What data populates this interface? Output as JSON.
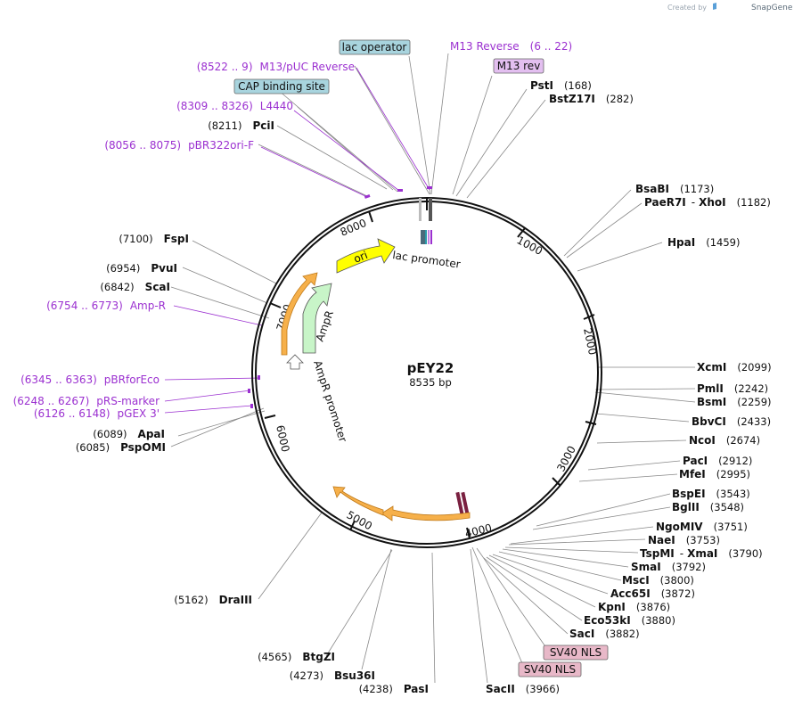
{
  "watermark": {
    "prefix": "Created by",
    "brand": "SnapGene"
  },
  "plasmid": {
    "name": "pEY22",
    "length_label": "8535 bp"
  },
  "ruler": [
    "1000",
    "2000",
    "3000",
    "4000",
    "5000",
    "6000",
    "7000",
    "8000"
  ],
  "enzymes": [
    {
      "id": "psti",
      "name": "PstI",
      "pos": "(168)"
    },
    {
      "id": "bstz17i",
      "name": "BstZ17I",
      "pos": "(282)"
    },
    {
      "id": "bsabi",
      "name": "BsaBI",
      "pos": "(1173)"
    },
    {
      "id": "paer7i",
      "name": "PaeR7I",
      "name2": "XhoI",
      "pos": "(1182)"
    },
    {
      "id": "hpai",
      "name": "HpaI",
      "pos": "(1459)"
    },
    {
      "id": "xcmi",
      "name": "XcmI",
      "pos": "(2099)"
    },
    {
      "id": "pmli",
      "name": "PmlI",
      "pos": "(2242)"
    },
    {
      "id": "bsmi",
      "name": "BsmI",
      "pos": "(2259)"
    },
    {
      "id": "bbvci",
      "name": "BbvCI",
      "pos": "(2433)"
    },
    {
      "id": "ncoi",
      "name": "NcoI",
      "pos": "(2674)"
    },
    {
      "id": "paci",
      "name": "PacI",
      "pos": "(2912)"
    },
    {
      "id": "mfei",
      "name": "MfeI",
      "pos": "(2995)"
    },
    {
      "id": "bspei",
      "name": "BspEI",
      "pos": "(3543)"
    },
    {
      "id": "bglii",
      "name": "BglII",
      "pos": "(3548)"
    },
    {
      "id": "ngomiv",
      "name": "NgoMIV",
      "pos": "(3751)"
    },
    {
      "id": "naei",
      "name": "NaeI",
      "pos": "(3753)"
    },
    {
      "id": "tspmi",
      "name": "TspMI",
      "name2": "XmaI",
      "pos": "(3790)"
    },
    {
      "id": "smai",
      "name": "SmaI",
      "pos": "(3792)"
    },
    {
      "id": "msci",
      "name": "MscI",
      "pos": "(3800)"
    },
    {
      "id": "acc65i",
      "name": "Acc65I",
      "pos": "(3872)"
    },
    {
      "id": "kpni",
      "name": "KpnI",
      "pos": "(3876)"
    },
    {
      "id": "eco53ki",
      "name": "Eco53kI",
      "pos": "(3880)"
    },
    {
      "id": "saci",
      "name": "SacI",
      "pos": "(3882)"
    },
    {
      "id": "sacii",
      "name": "SacII",
      "pos": "(3966)"
    },
    {
      "id": "pasi",
      "name": "PasI",
      "pos": "(4238)"
    },
    {
      "id": "bsu36i",
      "name": "Bsu36I",
      "pos": "(4273)"
    },
    {
      "id": "btgzi",
      "name": "BtgZI",
      "pos": "(4565)"
    },
    {
      "id": "draiii",
      "name": "DraIII",
      "pos": "(5162)"
    },
    {
      "id": "pspomi",
      "name": "PspOMI",
      "pos": "(6085)"
    },
    {
      "id": "apai",
      "name": "ApaI",
      "pos": "(6089)"
    },
    {
      "id": "scai",
      "name": "ScaI",
      "pos": "(6842)"
    },
    {
      "id": "pvui",
      "name": "PvuI",
      "pos": "(6954)"
    },
    {
      "id": "fspi",
      "name": "FspI",
      "pos": "(7100)"
    },
    {
      "id": "pcii",
      "name": "PciI",
      "pos": "(8211)"
    }
  ],
  "primers": [
    {
      "id": "m13rev",
      "name": "M13 Reverse",
      "range": "(6 .. 22)"
    },
    {
      "id": "m13puc",
      "name": "M13/pUC Reverse",
      "range": "(8522 .. 9)"
    },
    {
      "id": "l4440",
      "name": "L4440",
      "range": "(8309 .. 8326)"
    },
    {
      "id": "pbr322",
      "name": "pBR322ori-F",
      "range": "(8056 .. 8075)"
    },
    {
      "id": "ampr",
      "name": "Amp-R",
      "range": "(6754 .. 6773)"
    },
    {
      "id": "pbrforeco",
      "name": "pBRforEco",
      "range": "(6345 .. 6363)"
    },
    {
      "id": "prs",
      "name": "pRS-marker",
      "range": "(6248 .. 6267)"
    },
    {
      "id": "pgex",
      "name": "pGEX 3'",
      "range": "(6126 .. 6148)"
    }
  ],
  "boxed_features": [
    {
      "id": "lacop",
      "label": "lac operator",
      "color": "#a8d4de"
    },
    {
      "id": "cap",
      "label": "CAP binding site",
      "color": "#a8d4de"
    },
    {
      "id": "m13revfeat",
      "label": "M13 rev",
      "color": "#e3bff0"
    },
    {
      "id": "sv40a",
      "label": "SV40 NLS",
      "color": "#e8b8c8"
    },
    {
      "id": "sv40b",
      "label": "SV40 NLS",
      "color": "#e8b8c8"
    }
  ],
  "inner_features": {
    "ori": "ori",
    "ampr": "AmpR",
    "ampr_promoter": "AmpR promoter",
    "lac_promoter": "lac promoter"
  },
  "colors": {
    "ori": "#ffff00",
    "ampr": "#c8f5c8",
    "orange_arrow": "#f6b04a",
    "primer": "#9b30d0",
    "backbone": "#111111"
  }
}
